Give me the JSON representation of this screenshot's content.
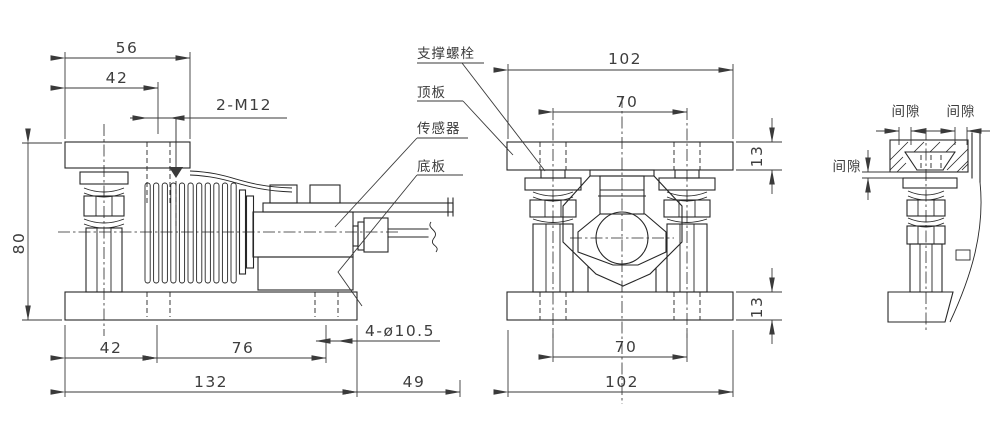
{
  "drawing": {
    "type": "engineering-drawing",
    "subject": "weighing-module load cell installation drawing (3 views)",
    "colors": {
      "line": "#262626",
      "text": "#3d3d3d",
      "background": "#ffffff"
    },
    "labels": {
      "support_bolt": "支撑螺栓",
      "top_plate": "顶板",
      "sensor": "传感器",
      "bottom_plate": "底板",
      "gap_top_left": "间隙",
      "gap_top_right": "间隙",
      "gap_side": "间隙"
    },
    "dimensions": {
      "side_top_width": "56",
      "side_top_hole_offset": "42",
      "thread_callout": "2-M12",
      "module_height": "80",
      "base_hole_offset": "42",
      "base_hole_spacing": "76",
      "base_hole_callout": "4-ø10.5",
      "base_length": "132",
      "cable_overhang": "49",
      "front_top_width": "102",
      "front_top_hole_spacing": "70",
      "top_plate_thickness": "13",
      "bottom_plate_thickness": "13",
      "front_bottom_hole_spacing": "70",
      "front_bottom_width": "102"
    }
  }
}
